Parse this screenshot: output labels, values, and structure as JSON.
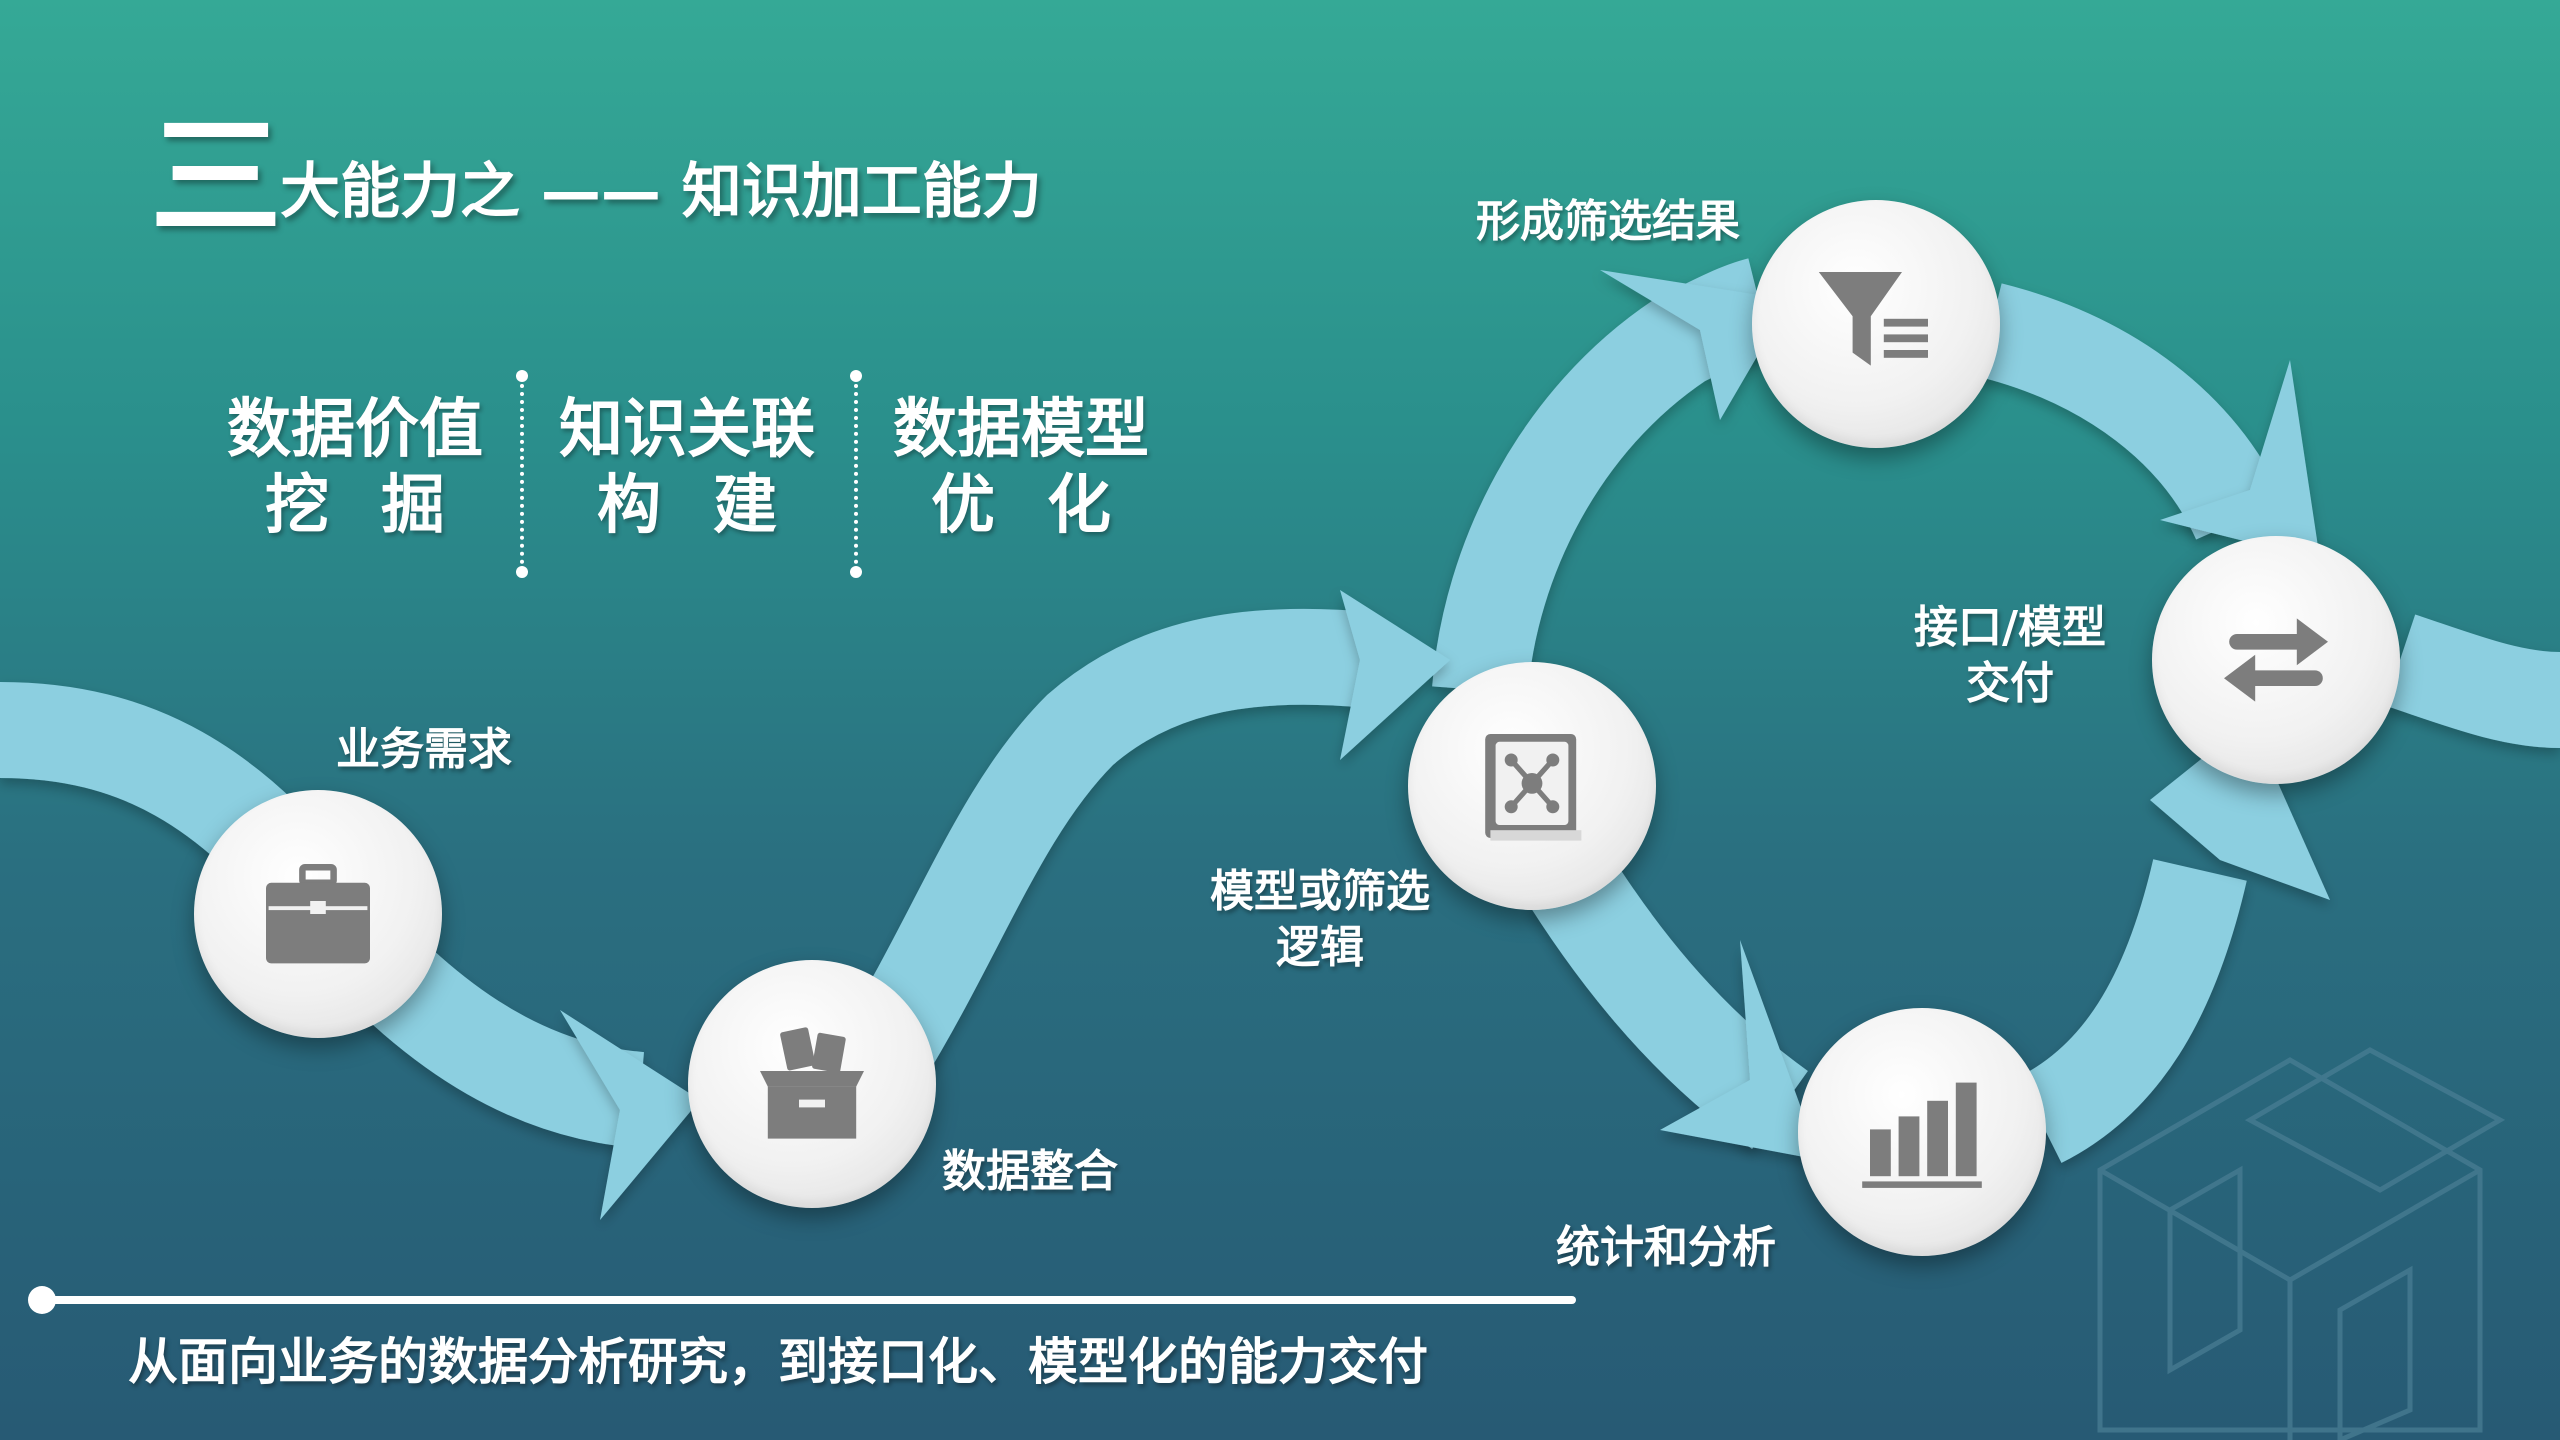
{
  "title": {
    "big_char": "三",
    "rest": "大能力之 —— 知识加工能力"
  },
  "capabilities": [
    {
      "line1": "数据价值",
      "line2": "挖掘"
    },
    {
      "line1": "知识关联",
      "line2": "构建"
    },
    {
      "line1": "数据模型",
      "line2": "优化"
    }
  ],
  "steps": {
    "business_need": "业务需求",
    "data_integration": "数据整合",
    "model_logic_line1": "模型或筛选",
    "model_logic_line2": "逻辑",
    "filter_result": "形成筛选结果",
    "interface_line1": "接口/模型",
    "interface_line2": "交付",
    "statistics": "统计和分析"
  },
  "icons": {
    "business_need": "briefcase-icon",
    "data_integration": "box-documents-icon",
    "model_logic": "network-book-icon",
    "filter_result": "funnel-list-icon",
    "interface": "exchange-arrows-icon",
    "statistics": "bar-chart-icon"
  },
  "colors": {
    "arrow": "#8ccfe0",
    "bg_top": "#35a996",
    "bg_bottom": "#275a74",
    "icon": "#7d7d7d"
  },
  "footer": "从面向业务的数据分析研究，到接口化、模型化的能力交付"
}
